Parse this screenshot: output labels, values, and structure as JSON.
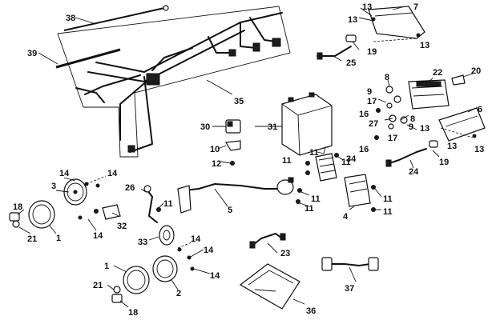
{
  "callouts": [
    {
      "id": "c1a",
      "text": "1"
    },
    {
      "id": "c1b",
      "text": "1"
    },
    {
      "id": "c2",
      "text": "2"
    },
    {
      "id": "c3",
      "text": "3"
    },
    {
      "id": "c4",
      "text": "4"
    },
    {
      "id": "c5",
      "text": "5"
    },
    {
      "id": "c6",
      "text": "6"
    },
    {
      "id": "c7",
      "text": "7"
    },
    {
      "id": "c8a",
      "text": "8"
    },
    {
      "id": "c8b",
      "text": "8"
    },
    {
      "id": "c9a",
      "text": "9"
    },
    {
      "id": "c9b",
      "text": "9"
    },
    {
      "id": "c10",
      "text": "10"
    },
    {
      "id": "c11a",
      "text": "11"
    },
    {
      "id": "c11b",
      "text": "11"
    },
    {
      "id": "c11c",
      "text": "11"
    },
    {
      "id": "c11d",
      "text": "11"
    },
    {
      "id": "c11e",
      "text": "11"
    },
    {
      "id": "c11f",
      "text": "11"
    },
    {
      "id": "c11g",
      "text": "11"
    },
    {
      "id": "c11h",
      "text": "11"
    },
    {
      "id": "c12",
      "text": "12"
    },
    {
      "id": "c13a",
      "text": "13"
    },
    {
      "id": "c13b",
      "text": "13"
    },
    {
      "id": "c13c",
      "text": "13"
    },
    {
      "id": "c13d",
      "text": "13"
    },
    {
      "id": "c13e",
      "text": "13"
    },
    {
      "id": "c13f",
      "text": "13"
    },
    {
      "id": "c14a",
      "text": "14"
    },
    {
      "id": "c14b",
      "text": "14"
    },
    {
      "id": "c14c",
      "text": "14"
    },
    {
      "id": "c14d",
      "text": "14"
    },
    {
      "id": "c14e",
      "text": "14"
    },
    {
      "id": "c14f",
      "text": "14"
    },
    {
      "id": "c16a",
      "text": "16"
    },
    {
      "id": "c16b",
      "text": "16"
    },
    {
      "id": "c17a",
      "text": "17"
    },
    {
      "id": "c17b",
      "text": "17"
    },
    {
      "id": "c18a",
      "text": "18"
    },
    {
      "id": "c18b",
      "text": "18"
    },
    {
      "id": "c19a",
      "text": "19"
    },
    {
      "id": "c19b",
      "text": "19"
    },
    {
      "id": "c20",
      "text": "20"
    },
    {
      "id": "c21a",
      "text": "21"
    },
    {
      "id": "c21b",
      "text": "21"
    },
    {
      "id": "c22",
      "text": "22"
    },
    {
      "id": "c23",
      "text": "23"
    },
    {
      "id": "c24",
      "text": "24"
    },
    {
      "id": "c25",
      "text": "25"
    },
    {
      "id": "c26",
      "text": "26"
    },
    {
      "id": "c27",
      "text": "27"
    },
    {
      "id": "c30",
      "text": "30"
    },
    {
      "id": "c31",
      "text": "31"
    },
    {
      "id": "c32",
      "text": "32"
    },
    {
      "id": "c33",
      "text": "33"
    },
    {
      "id": "c34",
      "text": "34"
    },
    {
      "id": "c35",
      "text": "35"
    },
    {
      "id": "c36",
      "text": "36"
    },
    {
      "id": "c37",
      "text": "37"
    },
    {
      "id": "c38",
      "text": "38"
    },
    {
      "id": "c39",
      "text": "39"
    }
  ]
}
